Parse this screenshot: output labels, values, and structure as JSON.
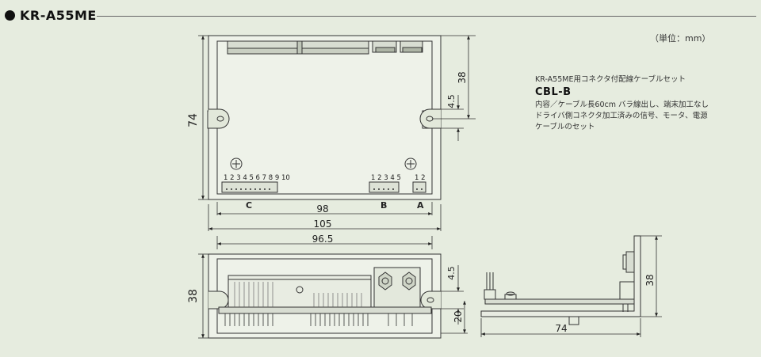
{
  "header": {
    "title": "KR-A55ME"
  },
  "unit_note": "（単位：mm）",
  "cable_set": {
    "subtitle": "KR-A55ME用コネクタ付配線ケーブルセット",
    "name": "CBL-B",
    "description_line1": "内容／ケーブル長60cm バラ線出し、端末加工なし",
    "description_line2": "ドライバ側コネクタ加工済みの信号、モータ、電源",
    "description_line3": "ケーブルのセット"
  },
  "top_view": {
    "dim_height": "74",
    "dim_38": "38",
    "dim_4_5": "4.5",
    "dim_98": "98",
    "dim_105": "105",
    "dim_96_5": "96.5",
    "connector_c_label": "C",
    "connector_b_label": "B",
    "connector_a_label": "A",
    "pins_c": "1 2 3 4 5 6 7 8 9 10",
    "pins_b": "1 2 3 4 5",
    "pins_a": "1 2"
  },
  "front_view": {
    "dim_38": "38",
    "dim_4_5": "4.5",
    "dim_20": "20"
  },
  "side_view": {
    "dim_38": "38",
    "dim_74": "74"
  }
}
